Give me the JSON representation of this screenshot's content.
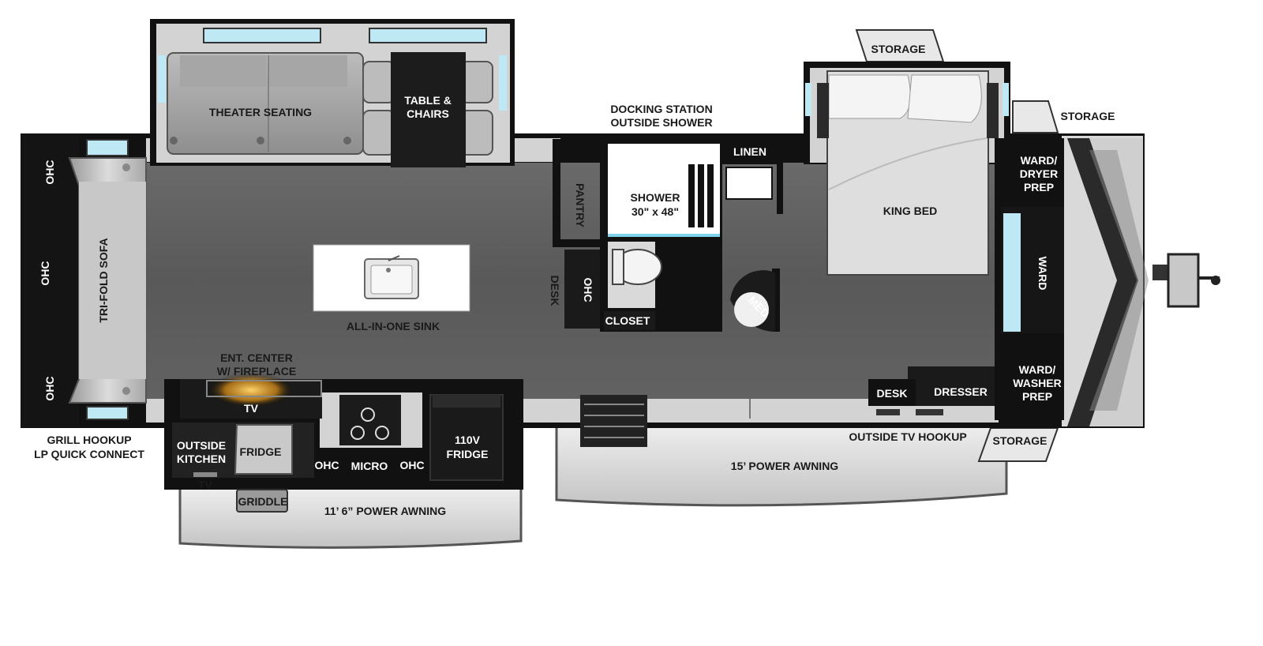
{
  "labels": {
    "theater_seating": "THEATER SEATING",
    "table_chairs": [
      "TABLE &",
      "CHAIRS"
    ],
    "docking_station": [
      "DOCKING STATION",
      "OUTSIDE SHOWER"
    ],
    "storage_top": "STORAGE",
    "storage_front_top": "STORAGE",
    "storage_front_bottom": "STORAGE",
    "linen": "LINEN",
    "shower": [
      "SHOWER",
      "30\" x 48\""
    ],
    "pantry": "PANTRY",
    "desk_mid": "DESK",
    "ohc_mid": "OHC",
    "closet": "CLOSET",
    "med": "MED",
    "king_bed": "KING BED",
    "ward_dryer": [
      "WARD/",
      "DRYER",
      "PREP"
    ],
    "ward": "WARD",
    "ward_washer": [
      "WARD/",
      "WASHER",
      "PREP"
    ],
    "dresser": "DRESSER",
    "desk_bed": "DESK",
    "outside_tv_hookup": "OUTSIDE TV HOOKUP",
    "power_awning_15": "15’ POWER AWNING",
    "power_awning_11": "11’ 6” POWER AWNING",
    "sink": "ALL-IN-ONE SINK",
    "ent_center": [
      "ENT. CENTER",
      "W/ FIREPLACE"
    ],
    "tv_ent": "TV",
    "outside_kitchen": [
      "OUTSIDE",
      "KITCHEN"
    ],
    "fridge_outside": "FRIDGE",
    "tv_outside": "TV",
    "griddle": "GRIDDLE",
    "ohc_left": "OHC",
    "micro": "MICRO",
    "ohc_right": "OHC",
    "fridge_110": [
      "110V",
      "FRIDGE"
    ],
    "trifold_sofa": "TRI-FOLD SOFA",
    "ohc_rear_top": "OHC",
    "ohc_rear_mid": "OHC",
    "ohc_rear_bottom": "OHC",
    "grill_hookup": [
      "GRILL HOOKUP",
      "LP QUICK CONNECT"
    ]
  },
  "colors": {
    "floor": "#5e5e5e",
    "wall": "#111111",
    "slide_gray": "#d7d7d7",
    "window": "#bfe8f5",
    "fireplace_glow": "#e0a028"
  }
}
